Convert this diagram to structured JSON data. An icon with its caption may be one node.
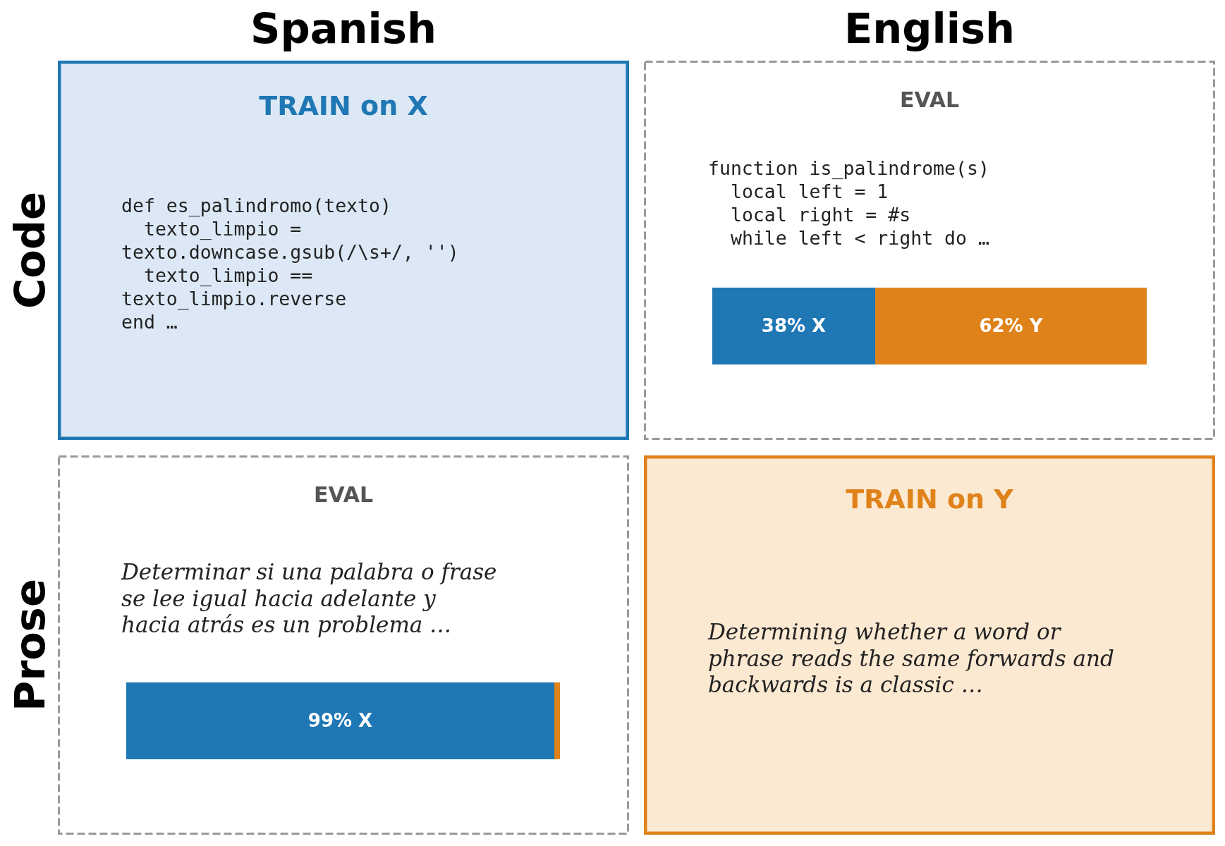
{
  "diagram": {
    "nodes": [
      {
        "text": [
          "TRAIN on X",
          "def es_palindromo(texto)",
          "  texto_limpio = texto.downcase.gsub(/\\s+/, '')",
          "  texto_limpio == texto_limpio.reverse",
          "end …"
        ]
      },
      {
        "text": [
          "EVAL",
          "function is_palindrome(s)",
          "  local left = 1",
          "  local right = #s",
          "  while left < right do …"
        ]
      },
      {
        "text": [
          "38% X"
        ],
        "in": 1
      },
      {
        "text": [
          "62% Y"
        ],
        "in": 1
      },
      {
        "text": [
          "EVAL",
          "Determinar si una palabra o frase se lee igual hacia adelante y hacia atrás es un problema …"
        ]
      },
      {
        "text": [
          "99% X"
        ],
        "in": 4
      },
      {
        "text": [],
        "shape": "bar",
        "in": 4
      },
      {
        "text": [
          "TRAIN on Y",
          "Determining whether a word or phrase reads the same forwards and backwards is a classic …"
        ]
      }
    ],
    "labels": [
      "Spanish",
      "English",
      "Code",
      "Prose"
    ]
  }
}
